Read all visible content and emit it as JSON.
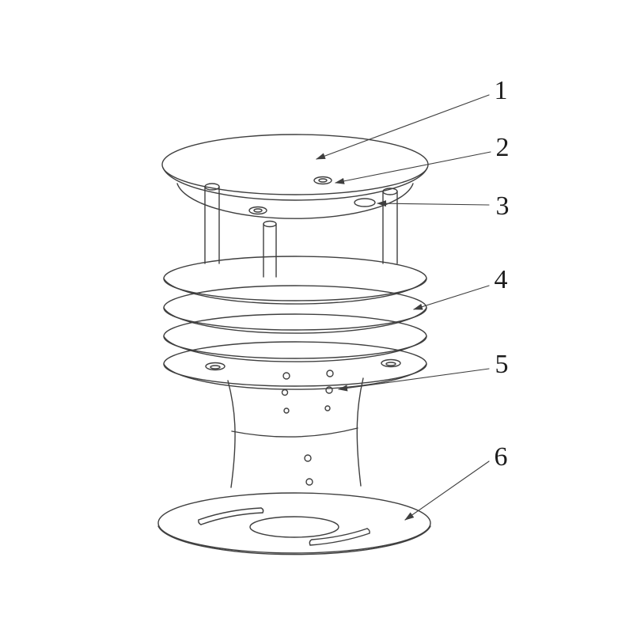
{
  "colors": {
    "line": "#3f3f3f",
    "text": "#1c1c1c",
    "background": "#ffffff"
  },
  "figure": {
    "callouts": [
      {
        "label": "1"
      },
      {
        "label": "2"
      },
      {
        "label": "3"
      },
      {
        "label": "4"
      },
      {
        "label": "5"
      },
      {
        "label": "6"
      }
    ]
  }
}
